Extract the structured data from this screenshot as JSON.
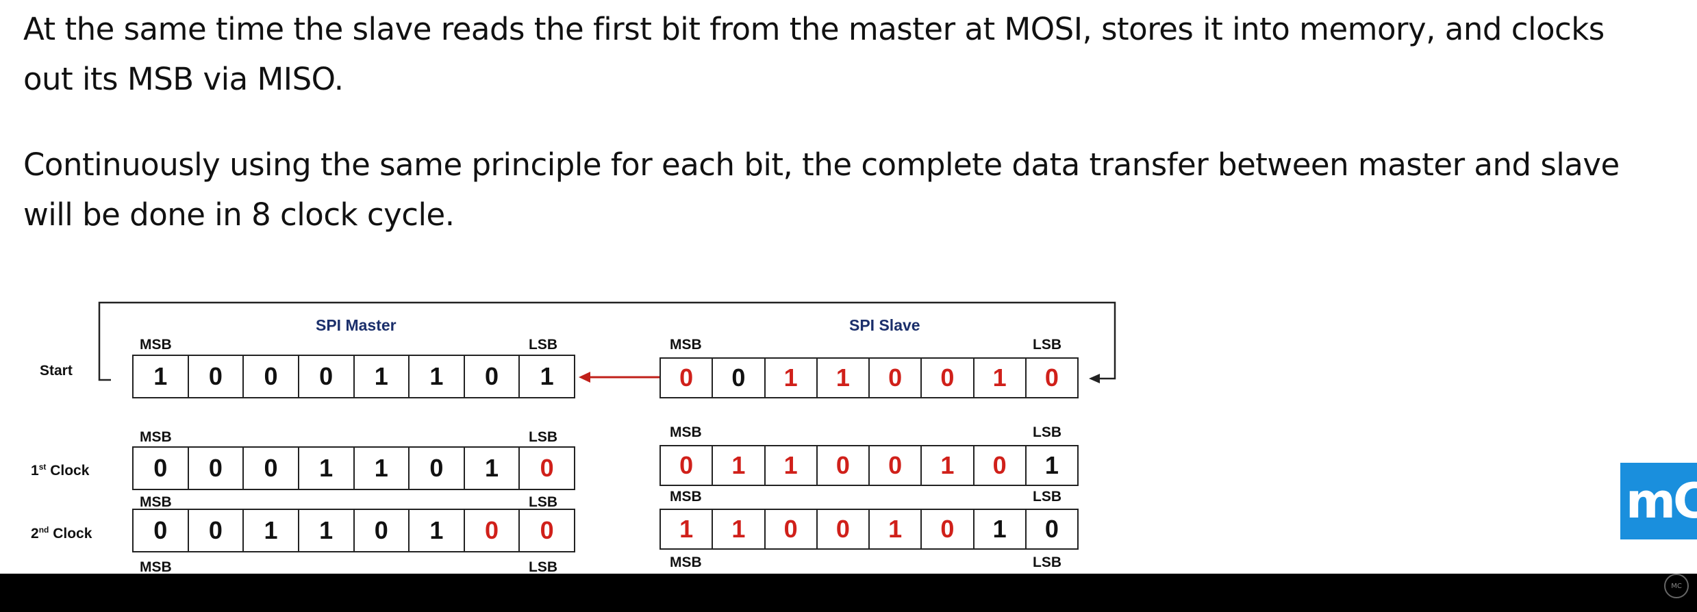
{
  "text": {
    "paragraph1": "At the same time the slave reads the first bit from the master at MOSI, stores it into memory, and clocks out its MSB via MISO.",
    "paragraph2": "Continuously using the same principle for each bit, the complete data transfer between master and slave will be done in 8 clock cycle."
  },
  "diagram": {
    "master_title": "SPI Master",
    "slave_title": "SPI Slave",
    "msb": "MSB",
    "lsb": "LSB",
    "rows": [
      {
        "label": "Start",
        "master": [
          "1",
          "0",
          "0",
          "0",
          "1",
          "1",
          "0",
          "1"
        ],
        "master_red": [
          false,
          false,
          false,
          false,
          false,
          false,
          false,
          false
        ],
        "slave": [
          "0",
          "0",
          "1",
          "1",
          "0",
          "0",
          "1",
          "0"
        ],
        "slave_red": [
          true,
          false,
          true,
          true,
          true,
          true,
          true,
          true
        ]
      },
      {
        "label_pre": "1",
        "label_sup": "st",
        "label_post": " Clock",
        "master": [
          "0",
          "0",
          "0",
          "1",
          "1",
          "0",
          "1",
          "0"
        ],
        "master_red": [
          false,
          false,
          false,
          false,
          false,
          false,
          false,
          true
        ],
        "slave": [
          "0",
          "1",
          "1",
          "0",
          "0",
          "1",
          "0",
          "1"
        ],
        "slave_red": [
          true,
          true,
          true,
          true,
          true,
          true,
          true,
          false
        ]
      },
      {
        "label_pre": "2",
        "label_sup": "nd",
        "label_post": " Clock",
        "master": [
          "0",
          "0",
          "1",
          "1",
          "0",
          "1",
          "0",
          "0"
        ],
        "master_red": [
          false,
          false,
          false,
          false,
          false,
          false,
          true,
          true
        ],
        "slave": [
          "1",
          "1",
          "0",
          "0",
          "1",
          "0",
          "1",
          "0"
        ],
        "slave_red": [
          true,
          true,
          true,
          true,
          true,
          true,
          false,
          false
        ]
      }
    ]
  },
  "logo": {
    "text": "mC",
    "color": "#1a8fdd"
  },
  "watermark": {
    "text": "MC"
  }
}
